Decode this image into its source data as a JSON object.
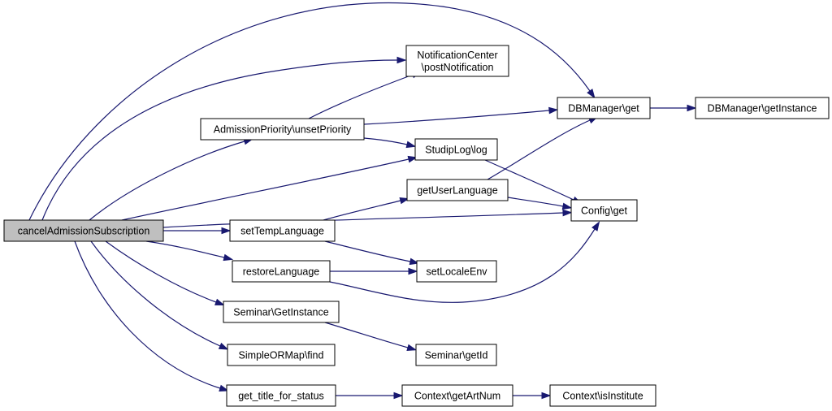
{
  "colors": {
    "edge": "#191970",
    "node_fill": "#ffffff",
    "root_fill": "#bfbfbf",
    "node_border": "#000000",
    "background": "#ffffff"
  },
  "nodes": {
    "root": [
      "cancelAdmissionSubscription"
    ],
    "notification": [
      "NotificationCenter",
      "\\postNotification"
    ],
    "unset_priority": [
      "AdmissionPriority\\unsetPriority"
    ],
    "db_get": [
      "DBManager\\get"
    ],
    "db_get_instance": [
      "DBManager\\getInstance"
    ],
    "studip_log": [
      "StudipLog\\log"
    ],
    "get_user_language": [
      "getUserLanguage"
    ],
    "config_get": [
      "Config\\get"
    ],
    "set_temp_language": [
      "setTempLanguage"
    ],
    "restore_language": [
      "restoreLanguage"
    ],
    "set_locale_env": [
      "setLocaleEnv"
    ],
    "seminar_get_instance": [
      "Seminar\\GetInstance"
    ],
    "seminar_get_id": [
      "Seminar\\getId"
    ],
    "simple_or_map_find": [
      "SimpleORMap\\find"
    ],
    "get_title_for_status": [
      "get_title_for_status"
    ],
    "context_get_art_num": [
      "Context\\getArtNum"
    ],
    "context_is_institute": [
      "Context\\isInstitute"
    ]
  },
  "edges": [
    [
      "root",
      "db_get"
    ],
    [
      "root",
      "notification"
    ],
    [
      "root",
      "unset_priority"
    ],
    [
      "root",
      "studip_log"
    ],
    [
      "root",
      "set_temp_language"
    ],
    [
      "root",
      "restore_language"
    ],
    [
      "root",
      "config_get"
    ],
    [
      "root",
      "seminar_get_instance"
    ],
    [
      "root",
      "simple_or_map_find"
    ],
    [
      "root",
      "get_title_for_status"
    ],
    [
      "unset_priority",
      "notification"
    ],
    [
      "unset_priority",
      "db_get"
    ],
    [
      "unset_priority",
      "studip_log"
    ],
    [
      "db_get",
      "db_get_instance"
    ],
    [
      "studip_log",
      "config_get"
    ],
    [
      "get_user_language",
      "db_get"
    ],
    [
      "get_user_language",
      "config_get"
    ],
    [
      "set_temp_language",
      "get_user_language"
    ],
    [
      "set_temp_language",
      "config_get"
    ],
    [
      "set_temp_language",
      "set_locale_env"
    ],
    [
      "restore_language",
      "set_locale_env"
    ],
    [
      "restore_language",
      "config_get"
    ],
    [
      "seminar_get_instance",
      "seminar_get_id"
    ],
    [
      "get_title_for_status",
      "context_get_art_num"
    ],
    [
      "context_get_art_num",
      "context_is_institute"
    ]
  ]
}
